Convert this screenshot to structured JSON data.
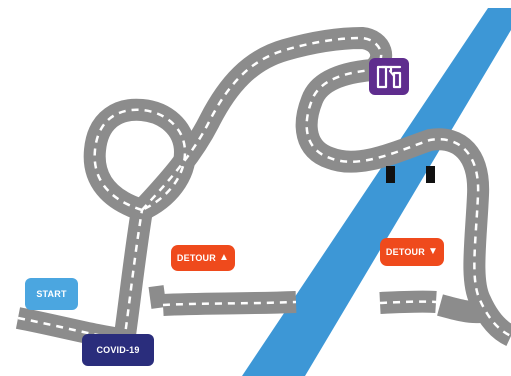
{
  "labels": {
    "start": "START",
    "covid": "COVID-19",
    "detour_up": "DETOUR",
    "detour_down": "DETOUR"
  },
  "icons": {
    "detour_up_arrow": "arrow-up-icon",
    "detour_down_arrow": "arrow-down-icon",
    "checkpoint": "border-barrier-icon"
  },
  "colors": {
    "road": "#8c8c8c",
    "road_dash": "#ffffff",
    "river": "#3d97d6",
    "start": "#4ba6e0",
    "covid": "#2a2d7c",
    "detour": "#ef4a1c",
    "checkpoint": "#5f2d8e",
    "tunnel": "#111111"
  }
}
